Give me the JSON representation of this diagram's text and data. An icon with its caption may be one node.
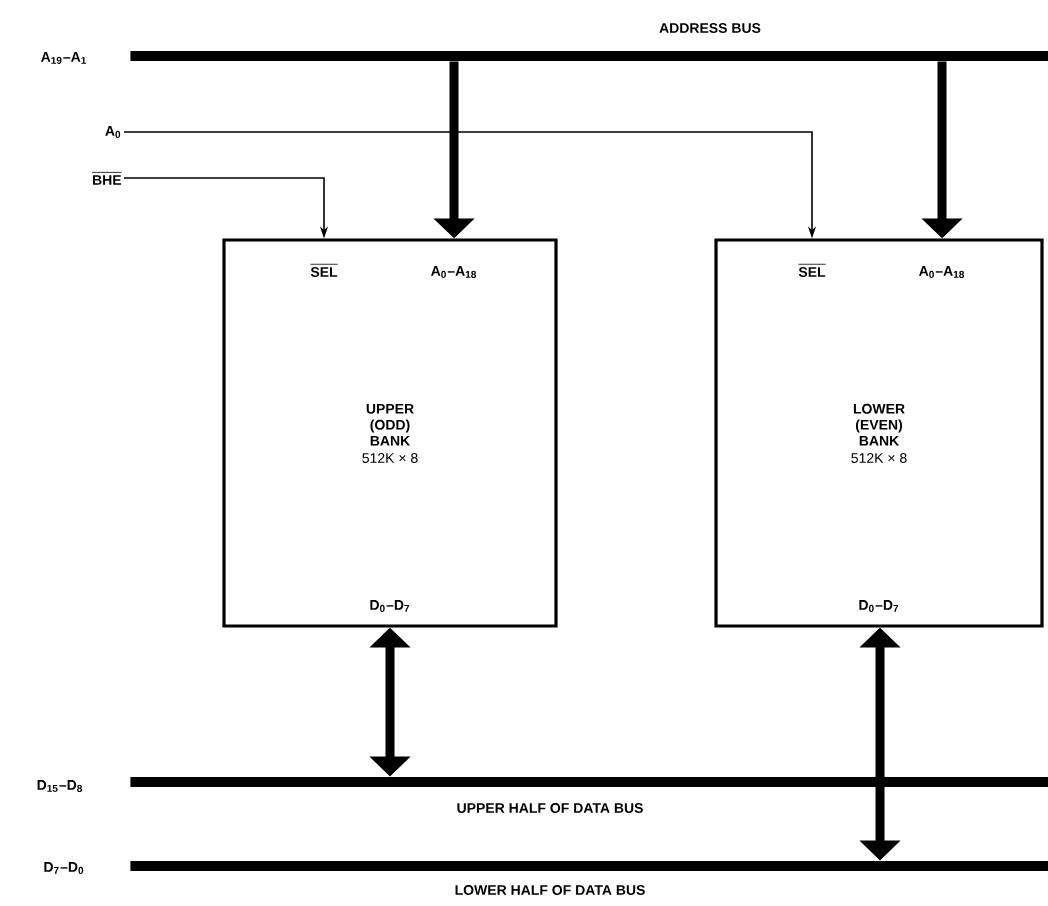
{
  "diagram": {
    "nodes": [
      {
        "text": [
          "ADDRESS BUS"
        ],
        "beside": [
          "A$_{19}$–A$_{1}$"
        ]
      },
      {
        "text": [
          "A$_{0}$"
        ]
      },
      {
        "text": [
          "BHE"
        ]
      },
      {
        "text": [
          "SEL",
          "A$_{0}$–A$_{18}$",
          "UPPER (ODD) BANK",
          "512K × 8",
          "D$_{0}$–D$_{7}$"
        ]
      },
      {
        "text": [
          "SEL",
          "A$_{0}$–A$_{18}$",
          "LOWER (EVEN) BANK",
          "512K × 8",
          "D$_{0}$–D$_{7}$"
        ]
      },
      {
        "text": [
          "UPPER HALF OF DATA BUS"
        ],
        "beside": [
          "D$_{15}$–D$_{8}$"
        ]
      },
      {
        "text": [
          "LOWER HALF OF DATA BUS"
        ],
        "beside": [
          "D$_{7}$–D$_{0}$"
        ]
      }
    ],
    "edges": [
      {
        "from": 0,
        "to": 3,
        "arrow": "to"
      },
      {
        "from": 0,
        "to": 4,
        "arrow": "to"
      },
      {
        "from": 2,
        "to": 3,
        "arrow": "to"
      },
      {
        "from": 1,
        "to": 4,
        "arrow": "to"
      },
      {
        "from": 3,
        "to": 5,
        "arrow": "both"
      },
      {
        "from": 4,
        "to": 6,
        "arrow": "both"
      }
    ]
  }
}
